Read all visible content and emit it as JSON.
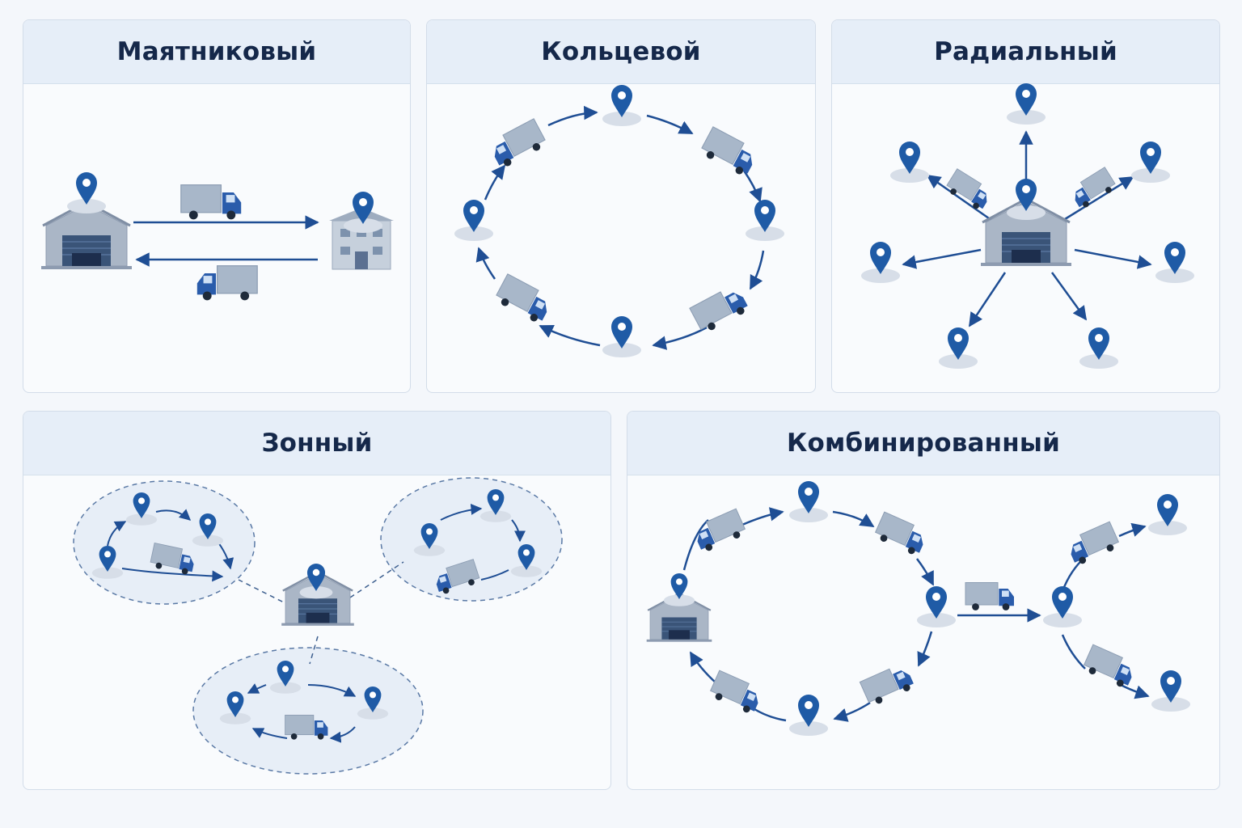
{
  "panels": [
    {
      "title": "Маятниковый"
    },
    {
      "title": "Кольцевой"
    },
    {
      "title": "Радиальный"
    },
    {
      "title": "Зонный"
    },
    {
      "title": "Комбинированный"
    }
  ],
  "colors": {
    "pin": "#1f5ba6",
    "arrow": "#1f4e94",
    "truck_cab": "#2a5cab",
    "truck_box": "#a8b7c9",
    "warehouse": "#aab6c6",
    "panel_header": "#e6eef8",
    "title": "#15284a"
  },
  "icons": [
    "location-pin-icon",
    "truck-icon",
    "warehouse-icon",
    "building-icon",
    "arrow-icon"
  ]
}
